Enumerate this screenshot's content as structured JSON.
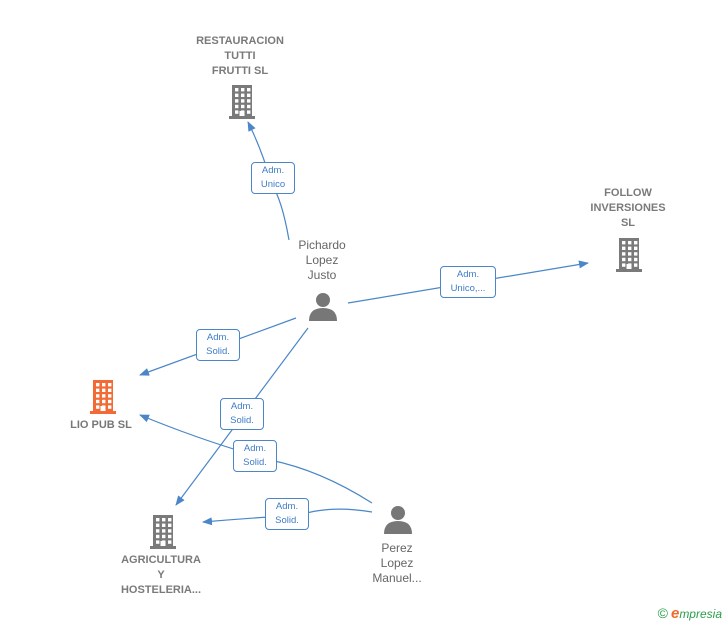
{
  "colors": {
    "edge": "#4a86c8",
    "company": "#7a7a7a",
    "highlight": "#f26a35",
    "person": "#777777"
  },
  "nodes": [
    {
      "id": "restauracion",
      "kind": "company",
      "label": "RESTAURACION\nTUTTI\nFRUTTI  SL",
      "icon": "building-icon"
    },
    {
      "id": "follow",
      "kind": "company",
      "label": "FOLLOW\nINVERSIONES\nSL",
      "icon": "building-icon"
    },
    {
      "id": "lio",
      "kind": "highlight",
      "label": "LIO PUB  SL",
      "icon": "building-icon"
    },
    {
      "id": "agricultura",
      "kind": "company",
      "label": "AGRICULTURA\nY\nHOSTELERIA...",
      "icon": "building-icon"
    },
    {
      "id": "pichardo",
      "kind": "person",
      "label": "Pichardo\nLopez\nJusto",
      "icon": "person-icon"
    },
    {
      "id": "perez",
      "kind": "person",
      "label": "Perez\nLopez\nManuel...",
      "icon": "person-icon"
    }
  ],
  "edges": [
    {
      "from": "pichardo",
      "to": "restauracion",
      "label": "Adm.\nUnico"
    },
    {
      "from": "pichardo",
      "to": "follow",
      "label": "Adm.\nUnico,..."
    },
    {
      "from": "pichardo",
      "to": "lio",
      "label": "Adm.\nSolid."
    },
    {
      "from": "pichardo",
      "to": "agricultura",
      "label": "Adm.\nSolid."
    },
    {
      "from": "perez",
      "to": "lio",
      "label": "Adm.\nSolid."
    },
    {
      "from": "perez",
      "to": "agricultura",
      "label": "Adm.\nSolid."
    }
  ],
  "footer": {
    "copyright": "©",
    "brand_initial": "e",
    "brand_rest": "mpresia"
  }
}
